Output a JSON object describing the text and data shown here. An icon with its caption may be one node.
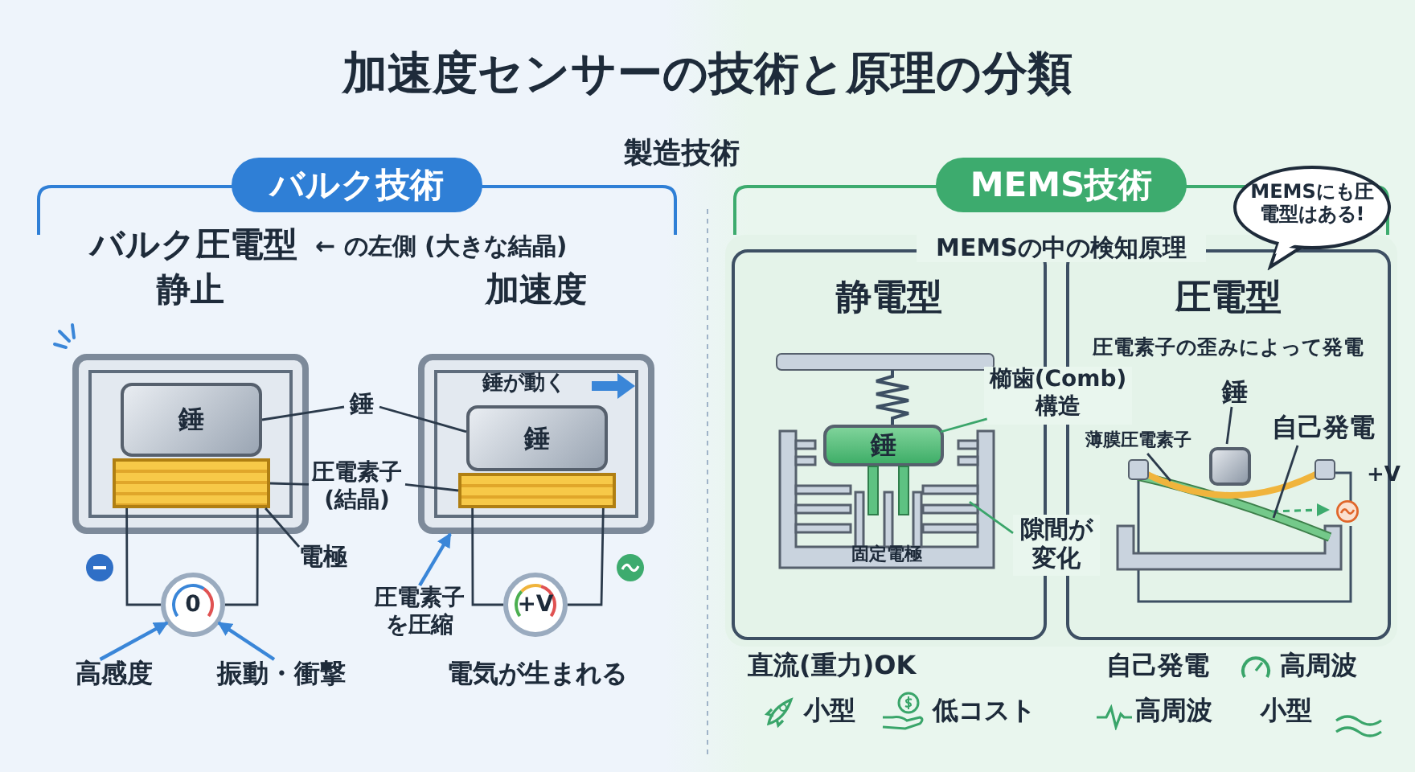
{
  "diagram": {
    "title": "加速度センサーの技術と原理の分類",
    "nodes": [
      {
        "text": [
          "バルク技術"
        ]
      },
      {
        "text": [
          "静止"
        ]
      },
      {
        "text": [
          "錘"
        ],
        "in": 1
      },
      {
        "text": [],
        "shape": "bar",
        "in": 1
      },
      {
        "text": [
          "加速度",
          "錘が動く"
        ]
      },
      {
        "text": [
          "錘"
        ],
        "in": 4
      },
      {
        "text": [],
        "shape": "bar",
        "in": 4
      },
      {
        "text": [
          "錘"
        ]
      },
      {
        "text": [
          "圧電素子(結晶)"
        ]
      },
      {
        "text": [
          "電極"
        ]
      },
      {
        "text": [
          "0"
        ]
      },
      {
        "text": [
          "+V"
        ]
      },
      {
        "text": [
          "高感度"
        ]
      },
      {
        "text": [
          "振動・衝撃"
        ]
      },
      {
        "text": [
          "圧電素子を圧縮"
        ]
      },
      {
        "text": [
          "MEMS技術"
        ]
      },
      {
        "text": [
          "MEMSにも圧電型はある!"
        ]
      },
      {
        "text": [
          "MEMSの中の検知原理"
        ]
      },
      {
        "text": [
          "静電型"
        ],
        "in": 17
      },
      {
        "text": [
          "錘"
        ],
        "in": 18
      },
      {
        "text": [
          "固定電極"
        ],
        "in": 18
      },
      {
        "text": [
          "櫛歯(Comb)構造"
        ],
        "in": 17
      },
      {
        "text": [
          "隙間が変化"
        ],
        "in": 17
      },
      {
        "text": [
          "圧電型",
          "圧電素子の歪みによって発電"
        ],
        "in": 17
      },
      {
        "text": [
          "錘"
        ],
        "in": 23
      },
      {
        "text": [],
        "shape": "box",
        "in": 23
      },
      {
        "text": [
          "薄膜圧電素子"
        ],
        "in": 23
      },
      {
        "text": [
          "自己発電"
        ],
        "in": 23
      }
    ],
    "edges": [
      {
        "from": 7,
        "to": 2,
        "arrow": "none"
      },
      {
        "from": 7,
        "to": 5,
        "arrow": "none"
      },
      {
        "from": 8,
        "to": 3,
        "arrow": "none"
      },
      {
        "from": 8,
        "to": 6,
        "arrow": "none"
      },
      {
        "from": 9,
        "to": 3,
        "arrow": "none"
      },
      {
        "from": 3,
        "to": 10,
        "arrow": "none"
      },
      {
        "from": 3,
        "to": 10,
        "arrow": "none"
      },
      {
        "from": 6,
        "to": 11,
        "arrow": "none"
      },
      {
        "from": 6,
        "to": 11,
        "arrow": "none"
      },
      {
        "from": 12,
        "to": 10,
        "arrow": "to",
        "color": "#3a86d8"
      },
      {
        "from": 13,
        "to": 10,
        "arrow": "to",
        "color": "#3a86d8"
      },
      {
        "from": 14,
        "to": 4,
        "arrow": "to",
        "color": "#3a86d8"
      },
      {
        "from": 21,
        "to": 19,
        "arrow": "none",
        "color": "#3aa56a"
      },
      {
        "from": 22,
        "to": 20,
        "arrow": "none",
        "color": "#3aa56a"
      },
      {
        "from": 24,
        "to": 25,
        "arrow": "none"
      },
      {
        "from": 26,
        "to": null,
        "arrow": "none"
      },
      {
        "from": 27,
        "to": null,
        "arrow": "none"
      }
    ],
    "labels": [
      "製造技術",
      "バルク圧電型",
      "← の左側 (大きな結晶)",
      "電気が生まれる",
      "+V",
      "直流(重力)OK",
      "自己発電",
      "高周波",
      "小型",
      "低コスト",
      "高周波",
      "小型"
    ]
  }
}
